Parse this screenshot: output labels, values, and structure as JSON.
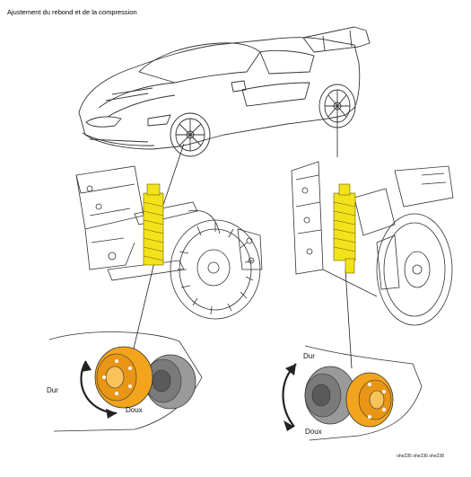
{
  "page": {
    "title": "Ajustement du rebond et de la compression",
    "reference": "ohe235 ohe236 ohe238"
  },
  "labels": {
    "left_hard": "Dur",
    "left_soft": "Doux",
    "right_hard": "Dur",
    "right_soft": "Doux"
  },
  "colors": {
    "spring_yellow": "#f2e21a",
    "knob_orange": "#f2a51c",
    "knob_grey": "#8a8a8a",
    "line": "#333333"
  }
}
